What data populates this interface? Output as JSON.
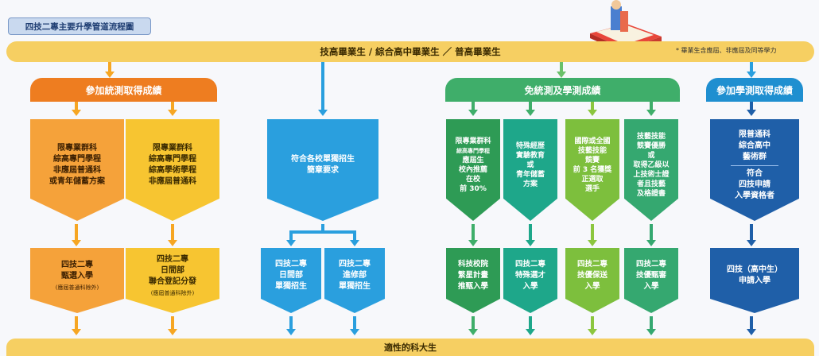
{
  "title": "四技二專主要升學管道流程圖",
  "top_band": "技高畢業生 / 綜合高中畢業生 ／ 普高畢業生",
  "top_note": "* 畢業生含應屆、非應屆及同等學力",
  "bottom_band": "適性的科大生",
  "colors": {
    "orange": "#ee7d20",
    "yellow": "#f6c12d",
    "blue": "#2a9fde",
    "green": "#3fae6a",
    "lime": "#8cc63f",
    "navy": "#1f5fa8",
    "band": "#f6cf62"
  },
  "col1": {
    "header": "參加統測取得成績",
    "left_box": [
      "限專業群科",
      "綜高專門學程",
      "非應屆普通科",
      "或青年儲蓄方案"
    ],
    "right_box": [
      "限專業群科",
      "綜高專門學程",
      "綜高學術學程",
      "非應屆普通科"
    ],
    "left_result": {
      "line1": "四技二專",
      "line2": "甄選入學",
      "note": "(應屆普通科除外)"
    },
    "right_result": {
      "line1": "四技二專",
      "line2": "日間部",
      "line3": "聯合登記分發",
      "note": "(應屆普通科除外)"
    }
  },
  "col2": {
    "box": [
      "符合各校單獨招生",
      "簡章要求"
    ],
    "left_result": [
      "四技二專",
      "日間部",
      "單獨招生"
    ],
    "right_result": [
      "四技二專",
      "進修部",
      "單獨招生"
    ]
  },
  "col3": {
    "header": "免統測及學測成績",
    "boxes": [
      {
        "lines": [
          "限專業群科",
          "綜高專門學程",
          "應屆生",
          "校內推薦",
          "在校",
          "前 30%"
        ]
      },
      {
        "lines": [
          "特殊經歷",
          "實驗教育",
          "或",
          "青年儲蓄",
          "方案"
        ]
      },
      {
        "lines": [
          "國際或全國",
          "技藝技能",
          "競賽",
          "前 3 名獲獎",
          "正選取",
          "選手"
        ]
      },
      {
        "lines": [
          "技藝技能",
          "競賽優勝",
          "或",
          "取得乙級以",
          "上技術士證",
          "者且技藝",
          "及格證書"
        ]
      }
    ],
    "results": [
      {
        "lines": [
          "科技校院",
          "繁星計畫",
          "推甄入學"
        ]
      },
      {
        "lines": [
          "四技二專",
          "特殊選才",
          "入學"
        ]
      },
      {
        "lines": [
          "四技二專",
          "技優保送",
          "入學"
        ]
      },
      {
        "lines": [
          "四技二專",
          "技優甄審",
          "入學"
        ]
      }
    ]
  },
  "col4": {
    "header": "參加學測取得成績",
    "box_top": [
      "限普通科",
      "綜合高中",
      "藝術群"
    ],
    "box_bottom": [
      "符合",
      "四技申請",
      "入學資格者"
    ],
    "result": [
      "四技（高中生）",
      "申請入學"
    ]
  }
}
